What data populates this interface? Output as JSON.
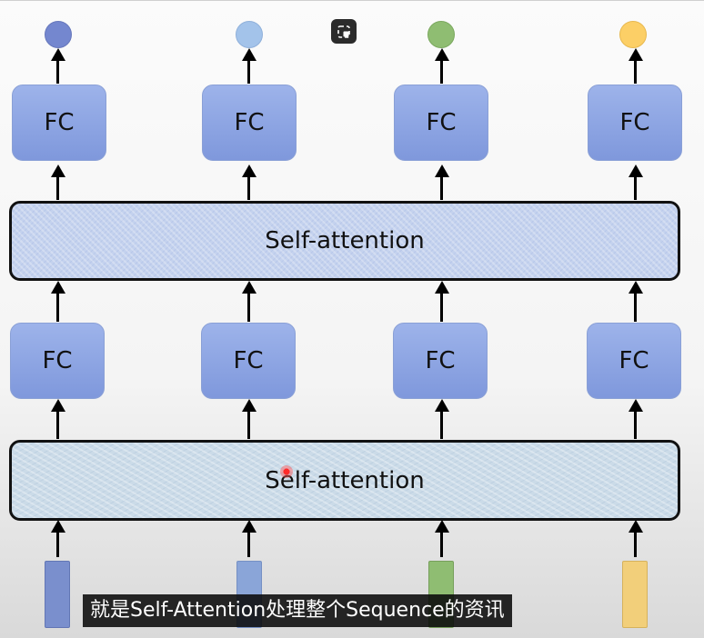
{
  "diagram": {
    "outputs": [
      {
        "name": "output-dot-1",
        "color": "#7487cf"
      },
      {
        "name": "output-dot-2",
        "color": "#a3c3ea"
      },
      {
        "name": "output-dot-3",
        "color": "#8fbd72"
      },
      {
        "name": "output-dot-4",
        "color": "#fccf66"
      }
    ],
    "fc_upper": [
      "FC",
      "FC",
      "FC",
      "FC"
    ],
    "self_attention_upper": "Self-attention",
    "fc_lower": [
      "FC",
      "FC",
      "FC",
      "FC"
    ],
    "self_attention_lower": "Self-attention",
    "inputs": [
      {
        "name": "input-bar-1",
        "color": "#7a8fcd"
      },
      {
        "name": "input-bar-2",
        "color": "#8aa5d8"
      },
      {
        "name": "input-bar-3",
        "color": "#8fbd72"
      },
      {
        "name": "input-bar-4",
        "color": "#f2cf7a"
      }
    ]
  },
  "video": {
    "subtitle": "就是Self-Attention处理整个Sequence的资讯",
    "pip_icon": "picture-in-picture-icon"
  }
}
